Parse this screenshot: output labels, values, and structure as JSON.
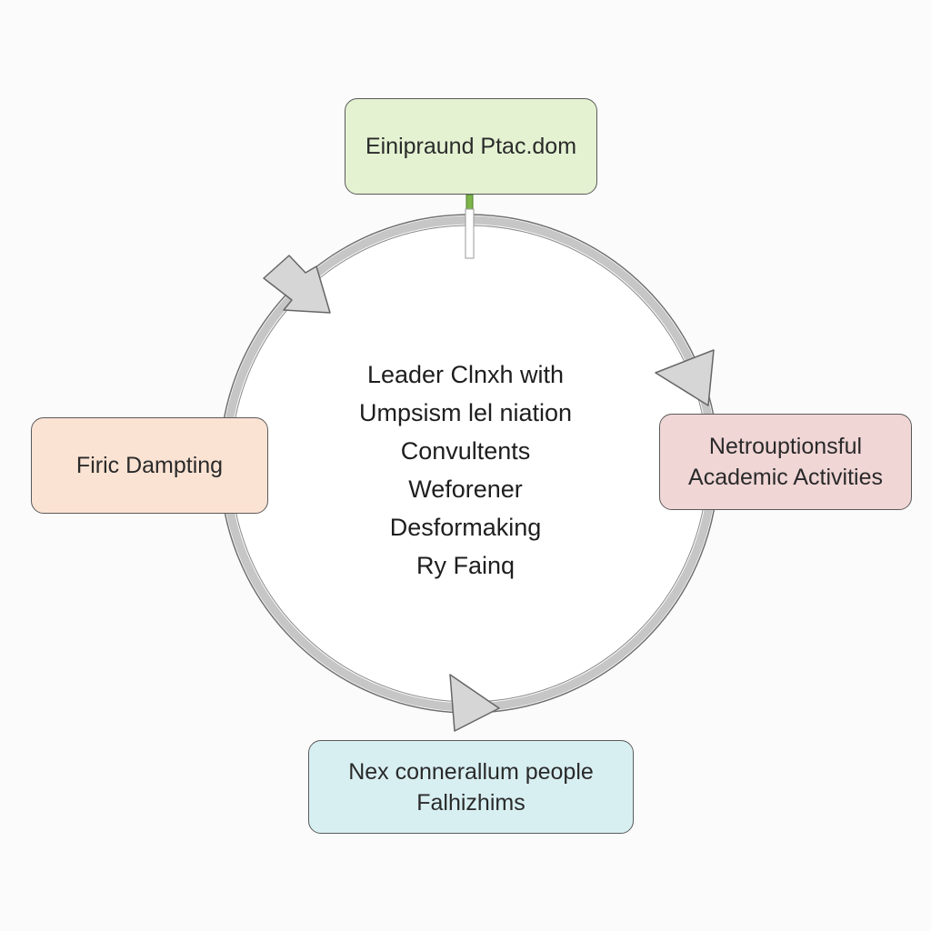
{
  "diagram": {
    "nodes": {
      "top": {
        "lines": [
          "Einipraund Ptac.dom"
        ]
      },
      "left": {
        "lines": [
          "Firic Dampting"
        ]
      },
      "right": {
        "lines": [
          "Netroup­tionsful",
          "Academic Activities"
        ]
      },
      "bottom": {
        "lines": [
          "Nex connerallum people",
          "Falhizhims"
        ]
      }
    },
    "center": {
      "lines": [
        "Leader Clnxh with",
        "Umpsism lel niation",
        "Convultents",
        "Weforener",
        "Desformaking",
        "Ry Fainq"
      ]
    },
    "colors": {
      "top_fill": "#e4f2d2",
      "left_fill": "#fbe3d3",
      "right_fill": "#f1d6d6",
      "bottom_fill": "#d8eff2",
      "ring": "#c4c4c4",
      "ring_outline": "#6f6f6f",
      "arrow_fill": "#d6d6d6",
      "connector": "#7db54b"
    }
  }
}
